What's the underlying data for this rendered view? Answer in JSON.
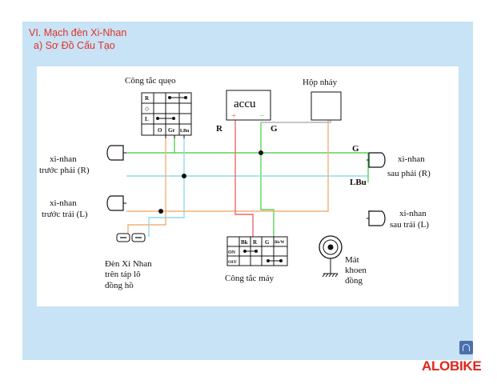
{
  "slide": {
    "heading": "VI.  Mạch đèn Xi-Nhan",
    "subheading": "a) Sơ Đồ Cấu Tạo"
  },
  "diagram": {
    "labels": {
      "cong_tac_queo": "Công tắc quẹo",
      "hop_nhay": "Hộp nháy",
      "accu": "accu",
      "plus": "+",
      "minus": "−",
      "r_wire": "R",
      "g_accu": "G",
      "g_line": "G",
      "lbu_line": "LBu",
      "front_right_1": "xi-nhan",
      "front_right_2": "trước phải (R)",
      "front_left_1": "xi-nhan",
      "front_left_2": "trước trái (L)",
      "rear_right_1": "xi-nhan",
      "rear_right_2": "sau phải (R)",
      "rear_left_1": "xi-nhan",
      "rear_left_2": "sau trái (L)",
      "dash_1": "Đèn Xi Nhan",
      "dash_2": "trên táp lô",
      "dash_3": "đồng hồ",
      "cong_tac_may": "Công tắc máy",
      "horn_1": "Mát",
      "horn_2": "khoen",
      "horn_3": "đồng"
    },
    "queo_switch": {
      "rows": [
        "R",
        "◇",
        "L"
      ],
      "cols": [
        "O",
        "Gr",
        "LBu"
      ]
    },
    "may_switch": {
      "cols": [
        "Bk",
        "R",
        "G",
        "Bk/W"
      ],
      "rows": [
        "ON",
        "OFF"
      ]
    },
    "wire_colors": {
      "green": "#5bd45a",
      "light_blue": "#8fdcef",
      "red": "#ec6a6a",
      "orange": "#f3b07a",
      "gray": "#b4b4b4",
      "black": "#111111"
    }
  },
  "brand": {
    "name": "ALOBIKE",
    "accent": "#e0251b"
  },
  "icons": [
    "return-icon"
  ]
}
